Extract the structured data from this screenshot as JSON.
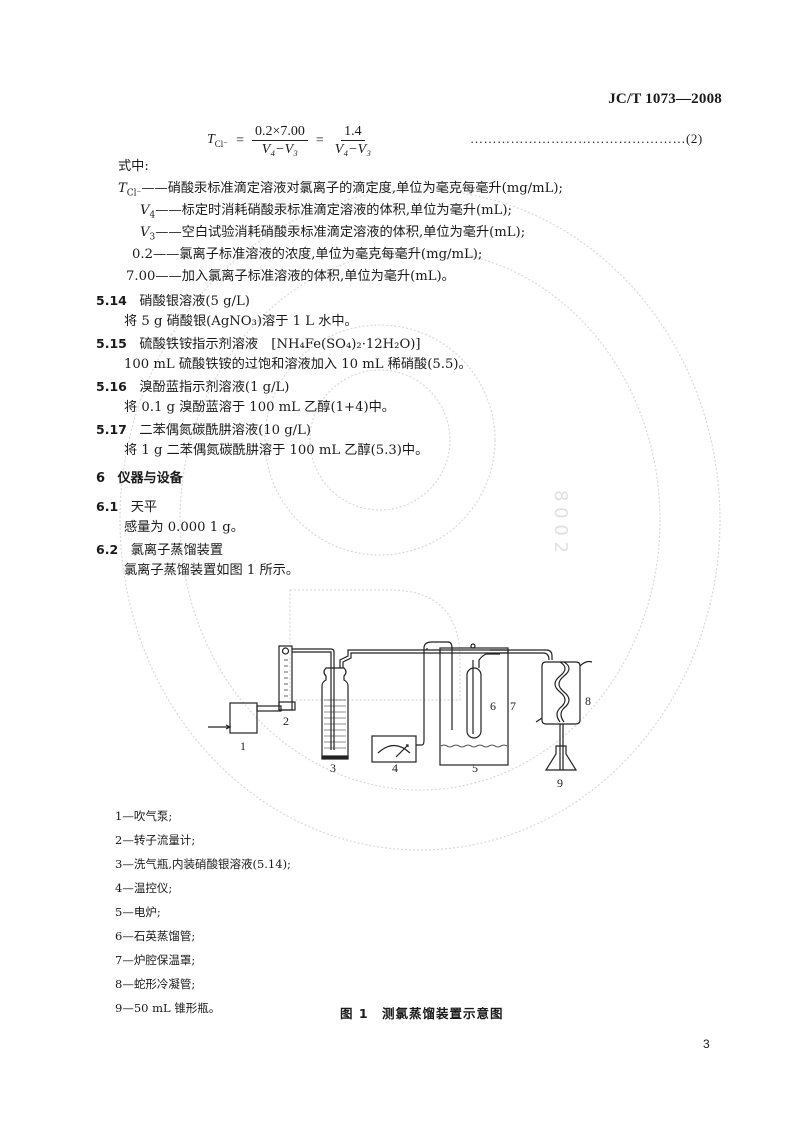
{
  "header": {
    "standard_code": "JC/T 1073—2008"
  },
  "formula": {
    "lhs": "T",
    "lhs_sub": "Cl⁻",
    "fraction1_num": "0.2×7.00",
    "fraction1_den": "V₄−V₃",
    "fraction2_num": "1.4",
    "fraction2_den": "V₄−V₃",
    "equation_number": "…………………………………………(2)"
  },
  "where": {
    "label": "式中:",
    "items": [
      {
        "symbol": "T",
        "symbol_sub": "Cl⁻",
        "dash": "——",
        "text": "硝酸汞标准滴定溶液对氯离子的滴定度,单位为毫克每毫升(mg/mL);"
      },
      {
        "symbol": "V",
        "symbol_sub": "4",
        "dash": "——",
        "text": "标定时消耗硝酸汞标准滴定溶液的体积,单位为毫升(mL);"
      },
      {
        "symbol": "V",
        "symbol_sub": "3",
        "dash": "——",
        "text": "空白试验消耗硝酸汞标准滴定溶液的体积,单位为毫升(mL);"
      },
      {
        "symbol": "0.2",
        "symbol_sub": "",
        "dash": "——",
        "text": "氯离子标准溶液的浓度,单位为毫克每毫升(mg/mL);"
      },
      {
        "symbol": "7.00",
        "symbol_sub": "",
        "dash": "——",
        "text": "加入氯离子标准溶液的体积,单位为毫升(mL)。"
      }
    ]
  },
  "sections": [
    {
      "number": "5.14",
      "title": "硝酸银溶液(5 g/L)",
      "body": "将 5 g 硝酸银(AgNO₃)溶于 1 L 水中。"
    },
    {
      "number": "5.15",
      "title": "硫酸铁铵指示剂溶液　[NH₄Fe(SO₄)₂·12H₂O)]",
      "body": "100 mL 硫酸铁铵的过饱和溶液加入 10 mL 稀硝酸(5.5)。"
    },
    {
      "number": "5.16",
      "title": "溴酚蓝指示剂溶液(1 g/L)",
      "body": "将 0.1 g 溴酚蓝溶于 100 mL 乙醇(1+4)中。"
    },
    {
      "number": "5.17",
      "title": "二苯偶氮碳酰肼溶液(10 g/L)",
      "body": "将 1 g 二苯偶氮碳酰肼溶于 100 mL 乙醇(5.3)中。"
    }
  ],
  "chapter6": {
    "number": "6",
    "title": "仪器与设备",
    "subsections": [
      {
        "number": "6.1",
        "title": "天平",
        "body": "感量为 0.000 1 g。"
      },
      {
        "number": "6.2",
        "title": "氯离子蒸馏装置",
        "body": "氯离子蒸馏装置如图 1 所示。"
      }
    ]
  },
  "figure": {
    "labels": [
      "1",
      "2",
      "3",
      "4",
      "5",
      "6",
      "7",
      "8",
      "9"
    ],
    "legend": [
      "1—吹气泵;",
      "2—转子流量计;",
      "3—洗气瓶,内装硝酸银溶液(5.14);",
      "4—温控仪;",
      "5—电炉;",
      "6—石英蒸馏管;",
      "7—炉腔保温罩;",
      "8—蛇形冷凝管;",
      "9—50 mL 锥形瓶。"
    ],
    "caption": "图 1　测氯蒸馏装置示意图"
  },
  "footer": {
    "page_number": "3"
  }
}
